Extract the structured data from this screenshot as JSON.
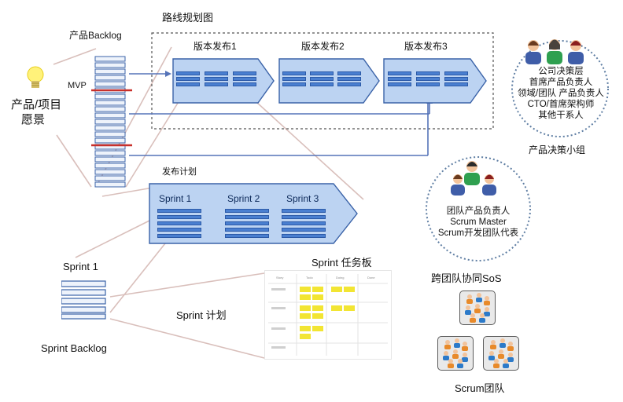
{
  "roadmap": {
    "title": "路线规划图",
    "releases": [
      "版本发布1",
      "版本发布2",
      "版本发布3"
    ]
  },
  "backlog": {
    "label": "产品Backlog",
    "mvp": "MVP"
  },
  "vision": {
    "line1": "产品/项目",
    "line2": "愿景"
  },
  "decision_group": {
    "lines": [
      "公司决策层",
      "首席产品负责人",
      "领域/团队 产品负责人",
      "CTO/首席架构师",
      "其他干系人"
    ],
    "caption": "产品决策小组"
  },
  "team_roles": {
    "lines": [
      "团队产品负责人",
      "Scrum Master",
      "Scrum开发团队代表"
    ]
  },
  "release_plan": {
    "title": "发布计划",
    "sprints": [
      "Sprint 1",
      "Sprint 2",
      "Sprint 3"
    ]
  },
  "sprint": {
    "title": "Sprint 1",
    "backlog": "Sprint Backlog",
    "planning": "Sprint 计划"
  },
  "taskboard": {
    "title": "Sprint 任务板",
    "columns": [
      "Story",
      "Todo",
      "Doing",
      "Done"
    ]
  },
  "sos": {
    "title": "跨团队协同SoS",
    "teams_caption": "Scrum团队"
  },
  "colors": {
    "arrow_fill": "#bcd3f2",
    "arrow_stroke": "#3b63a8",
    "bar_fill": "#4a7fd0",
    "sticky": "#f2e533",
    "mvp_line": "#c8302b",
    "connector": "#d9b8b4"
  }
}
